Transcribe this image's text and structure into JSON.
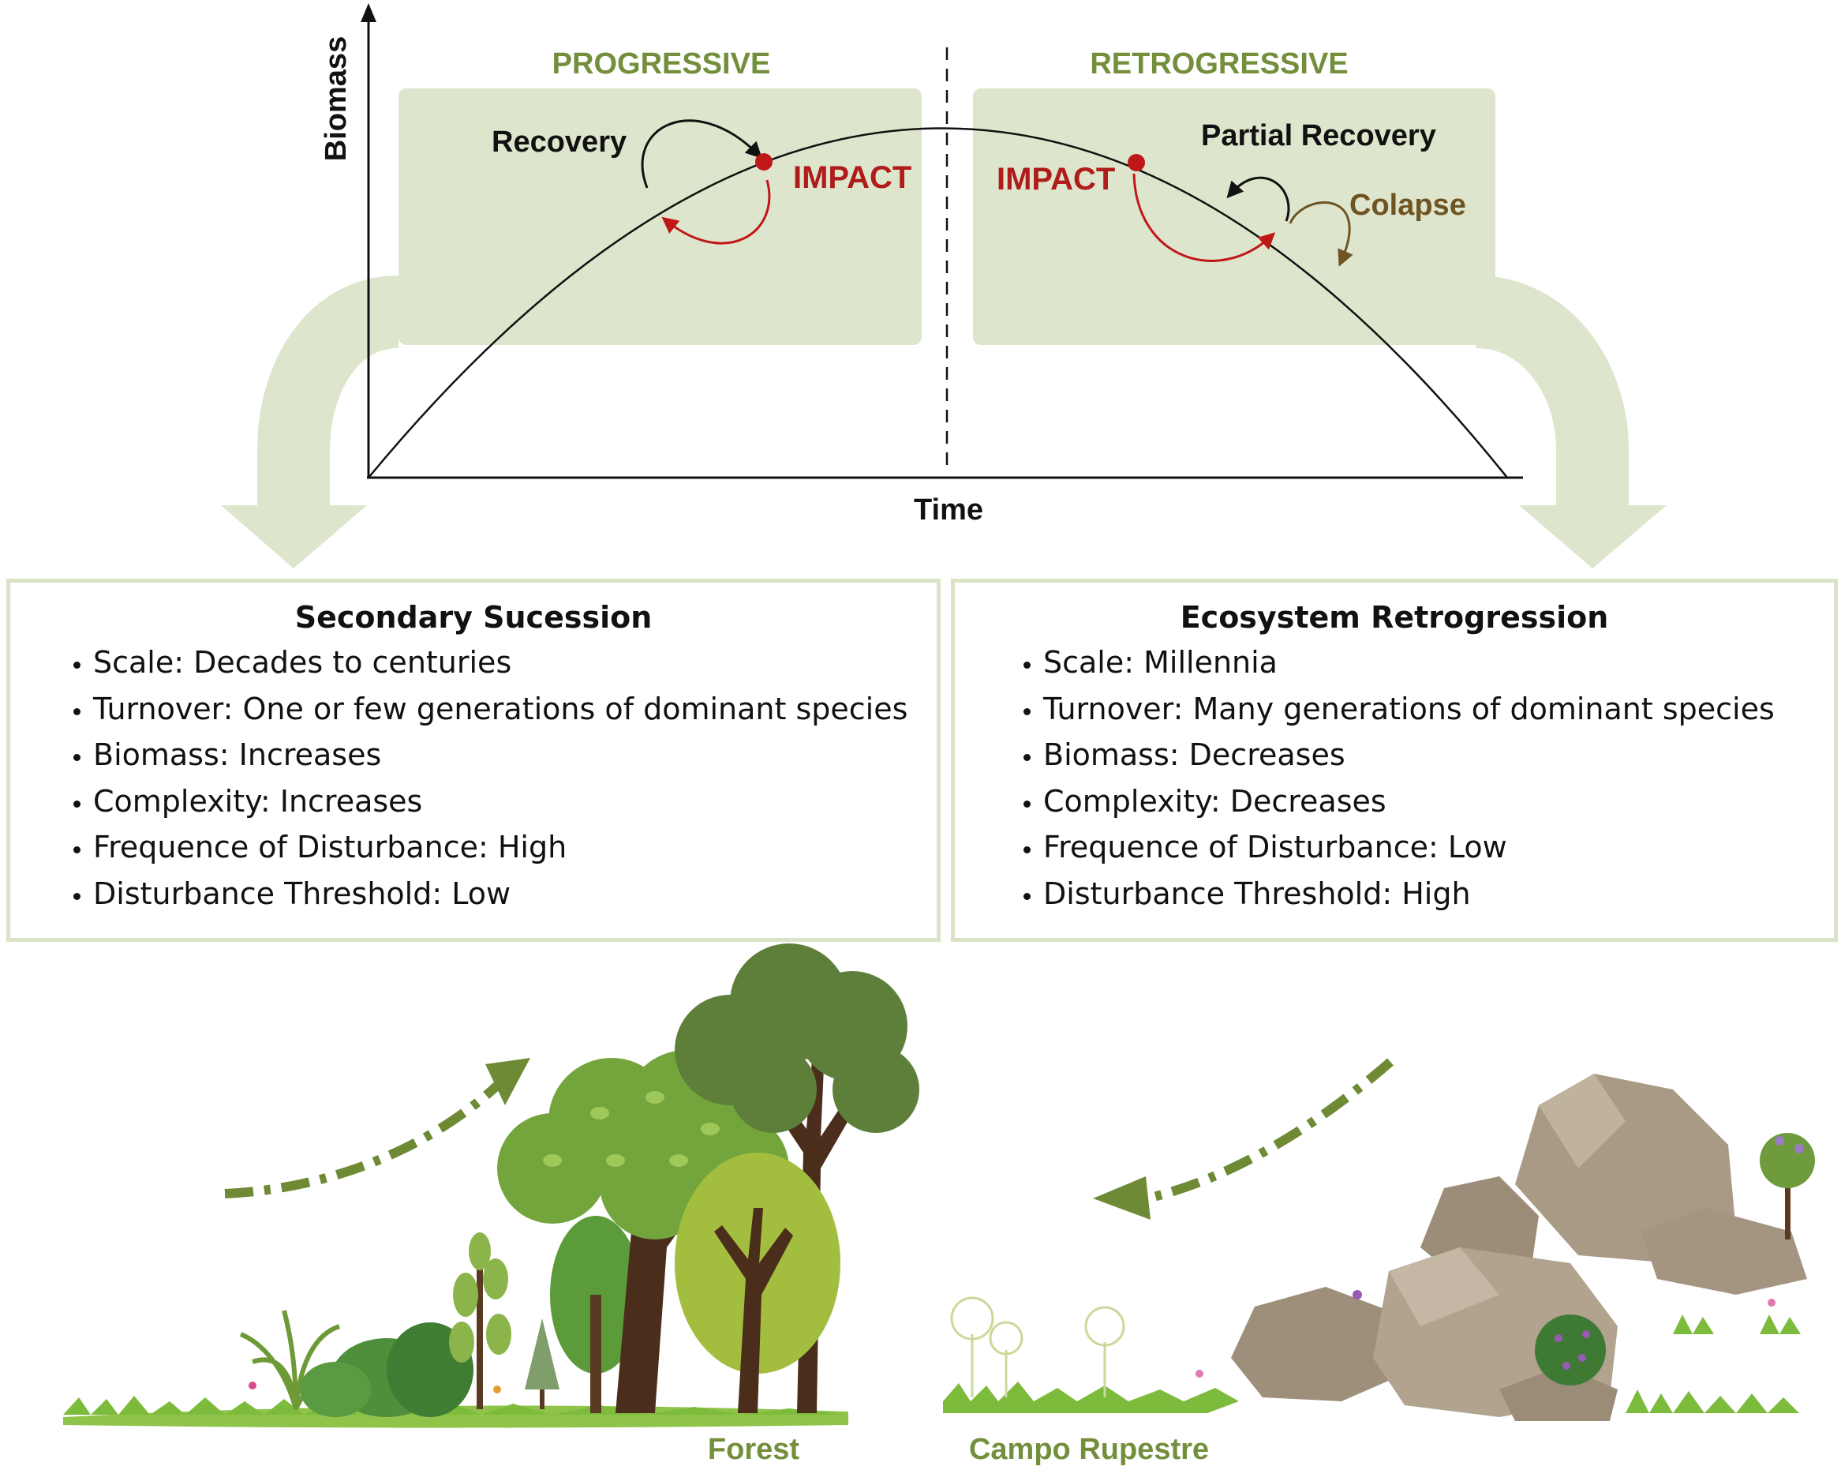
{
  "axes": {
    "y_label": "Biomass",
    "x_label": "Time"
  },
  "phases": {
    "left": {
      "title": "PROGRESSIVE",
      "impact": "IMPACT",
      "recovery": "Recovery"
    },
    "right": {
      "title": "RETROGRESSIVE",
      "impact": "IMPACT",
      "partial_recovery": "Partial Recovery",
      "collapse": "Colapse"
    }
  },
  "boxes": {
    "left": {
      "title": "Secondary Sucession",
      "items": [
        "Scale: Decades to centuries",
        "Turnover: One or few generations of dominant species",
        "Biomass: Increases",
        "Complexity: Increases",
        "Frequence of Disturbance: High",
        "Disturbance Threshold: Low"
      ]
    },
    "right": {
      "title": "Ecosystem Retrogression",
      "items": [
        "Scale: Millennia",
        "Turnover: Many generations of dominant species",
        "Biomass: Decreases",
        "Complexity: Decreases",
        "Frequence of Disturbance: Low",
        "Disturbance Threshold: High"
      ]
    }
  },
  "landscapes": {
    "left": "Forest",
    "right": "Campo Rupestre"
  },
  "colors": {
    "phase_title": "#738f3c",
    "panel": "#dde6cc",
    "impact_red": "#b01b1b",
    "collapse_brown": "#6e5423",
    "dash_arrow": "#6f8a35"
  }
}
